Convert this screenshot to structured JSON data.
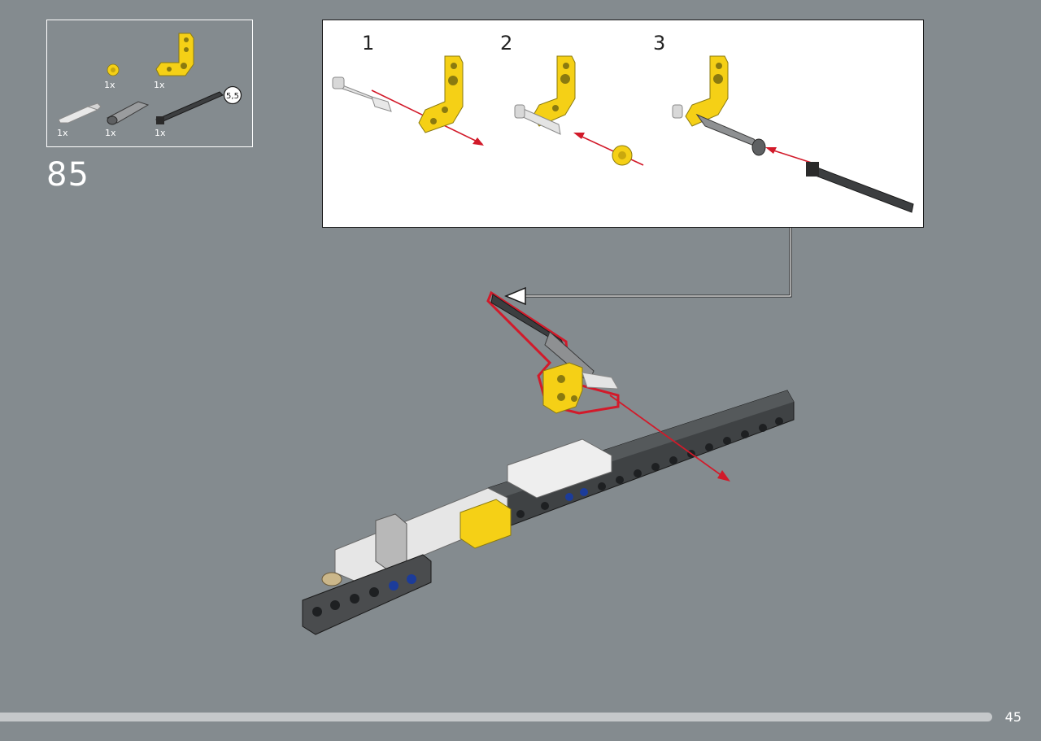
{
  "parts_list": {
    "items": [
      {
        "icon": "yellow-bush-icon",
        "qty": "1x"
      },
      {
        "icon": "yellow-l-beam-icon",
        "qty": "1x"
      },
      {
        "icon": "white-axle-pin-icon",
        "qty": "1x"
      },
      {
        "icon": "gray-axle-connector-icon",
        "qty": "1x"
      },
      {
        "icon": "black-axle-icon",
        "qty": "1x",
        "length_badge": "5,5"
      }
    ]
  },
  "step": {
    "number": "85"
  },
  "substeps": [
    {
      "label": "1"
    },
    {
      "label": "2"
    },
    {
      "label": "3"
    }
  ],
  "colors": {
    "background": "#848b8f",
    "yellow": "#f5d016",
    "arrow_red": "#d21a2a",
    "dark_beam": "#3f4244",
    "white_beam": "#eeeeee"
  },
  "footer": {
    "page_number": "45",
    "progress": 0.953
  }
}
